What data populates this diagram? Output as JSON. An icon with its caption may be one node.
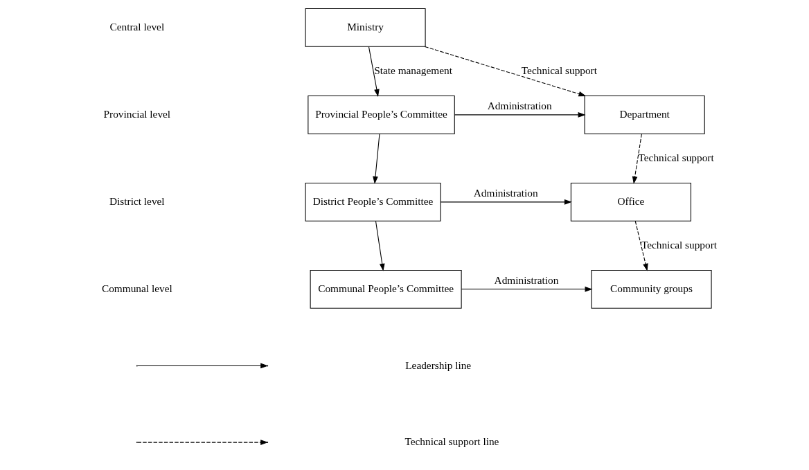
{
  "diagram": {
    "nodes": [
      {
        "text": [
          "Ministry"
        ]
      },
      {
        "text": [
          "Provincial People’s Committee"
        ]
      },
      {
        "text": [
          "Department"
        ]
      },
      {
        "text": [
          "District People’s Committee"
        ]
      },
      {
        "text": [
          "Office"
        ]
      },
      {
        "text": [
          "Communal People’s Committee"
        ]
      },
      {
        "text": [
          "Community groups"
        ]
      }
    ],
    "edges": [
      {
        "from": 0,
        "to": 1,
        "arrow": "to",
        "label": "State management"
      },
      {
        "from": 0,
        "to": 2,
        "arrow": "to",
        "label": "Technical support",
        "style": "dashed"
      },
      {
        "from": 1,
        "to": 2,
        "arrow": "to",
        "label": "Administration"
      },
      {
        "from": 1,
        "to": 3,
        "arrow": "to"
      },
      {
        "from": 2,
        "to": 4,
        "arrow": "to",
        "label": "Technical support",
        "style": "dashed"
      },
      {
        "from": 3,
        "to": 4,
        "arrow": "to",
        "label": "Administration"
      },
      {
        "from": 3,
        "to": 5,
        "arrow": "to"
      },
      {
        "from": 4,
        "to": 6,
        "arrow": "to",
        "label": "Technical support",
        "style": "dashed"
      },
      {
        "from": 5,
        "to": 6,
        "arrow": "to",
        "label": "Administration"
      }
    ],
    "labels": [
      "Central level",
      "Provincial level",
      "District level",
      "Communal level"
    ],
    "legend": [
      {
        "text": "Leadership line"
      },
      {
        "text": "Technical support line"
      }
    ]
  }
}
